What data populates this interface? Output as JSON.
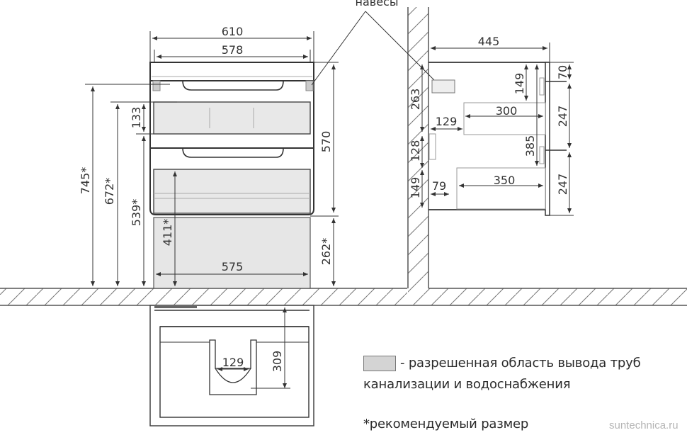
{
  "diagram": {
    "title_label": "навесы",
    "front_view": {
      "width_total": "610",
      "width_inner": "578",
      "drawer_height": "133",
      "cabinet_height": "570",
      "height_745": "745*",
      "height_672": "672*",
      "height_539": "539*",
      "height_411": "411*",
      "height_262": "262*",
      "pipe_area_width": "575"
    },
    "side_view": {
      "depth": "445",
      "hinge_height": "263",
      "mount_height": "128",
      "bottom_offset": "149",
      "top_offset": "149",
      "upper_drawer_depth": "300",
      "upper_drawer_offset": "129",
      "lower_drawer_depth": "350",
      "lower_drawer_offset": "79",
      "inner_height": "385",
      "top_panel": "70",
      "front_upper": "247",
      "front_lower": "247"
    },
    "top_view": {
      "cutout_width": "129",
      "cutout_depth": "309"
    }
  },
  "legend": {
    "area_text_line1": "- разрешенная область вывода труб",
    "area_text_line2": "канализации и водоснабжения",
    "swatch_color": "#d4d4d4",
    "footnote": "*рекомендуемый размер"
  },
  "watermark": "suntechnica.ru"
}
